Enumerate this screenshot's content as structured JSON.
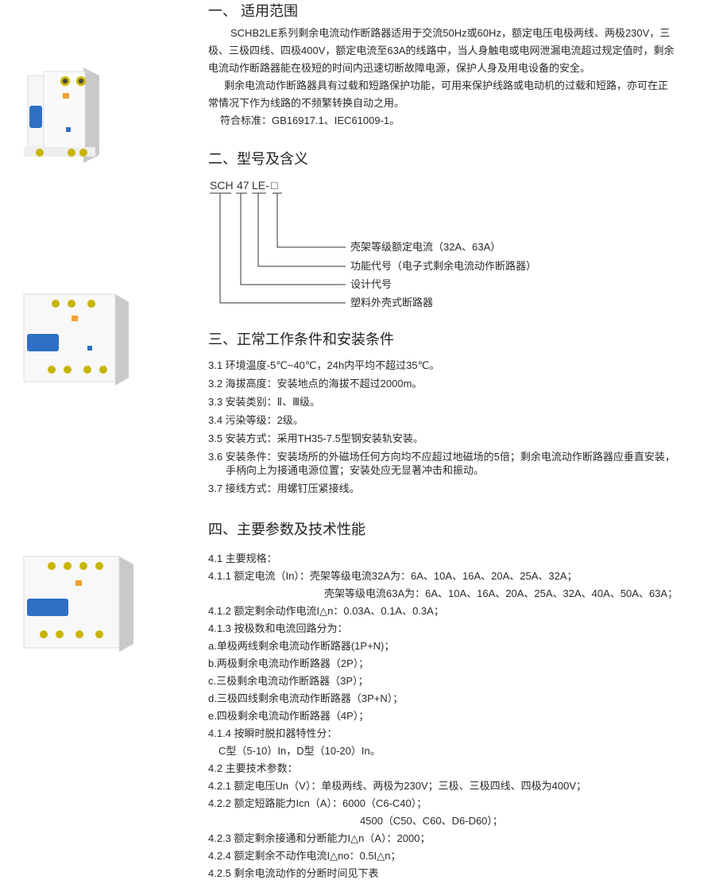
{
  "section1": {
    "title": "一、 适用范围",
    "lines": [
      "SCHB2LE系列剩余电流动作断路器适用于交流50Hz或60Hz，额定电压电极两线、两极230V，三",
      "极、三极四线、四极400V，额定电流至63A的线路中，当人身触电或电网泄漏电流超过规定值时，剩余",
      "电流动作断路器能在极短的时间内迅速切断故障电源，保护人身及用电设备的安全。",
      "剩余电流动作断路器具有过载和短路保护功能，可用来保护线路或电动机的过载和短路，亦可在正",
      "常情况下作为线路的不频繁转换自动之用。",
      "符合标准：GB16917.1、IEC61009-1。"
    ]
  },
  "section2": {
    "title": "二、型号及含义",
    "code_parts": [
      "SCH",
      "47",
      "LE-",
      "□"
    ],
    "labels": [
      "壳架等级额定电流（32A、63A）",
      "功能代号（电子式剩余电流动作断路器）",
      "设计代号",
      "塑料外壳式断路器"
    ]
  },
  "section3": {
    "title": "三、正常工作条件和安装条件",
    "lines": [
      "3.1 环境温度-5℃~40℃，24h内平均不超过35℃。",
      "3.2 海拔高度：安装地点的海拔不超过2000m。",
      "3.3 安装类别：Ⅱ、Ⅲ级。",
      "3.4 污染等级：2级。",
      "3.5 安装方式：采用TH35-7.5型钢安装轨安装。",
      "3.6 安装条件：安装场所的外磁场任何方向均不应超过地磁场的5倍；剩余电流动作断路器应垂直安装，",
      "手柄向上为接通电源位置；安装处应无显著冲击和振动。",
      "3.7 接线方式：用螺钉压紧接线。"
    ]
  },
  "section4": {
    "title": "四、主要参数及技术性能",
    "lines": [
      "4.1 主要规格：",
      "4.1.1 额定电流（In）：壳架等级电流32A为：6A、10A、16A、20A、25A、32A；",
      "壳架等级电流63A为：6A、10A、16A、20A、25A、32A、40A、50A、63A；",
      "4.1.2 额定剩余动作电流I△n：0.03A、0.1A、0.3A；",
      "4.1.3 按极数和电流回路分为：",
      "a.单极两线剩余电流动作断路器(1P+N)；",
      "b.两极剩余电流动作断路器（2P）；",
      "c.三极剩余电流动作断路器（3P）；",
      "d.三极四线剩余电流动作断路器（3P+N）；",
      "e.四极剩余电流动作断路器（4P）；",
      "4.1.4 按瞬时脱扣器特性分：",
      "C型（5-10）In，D型（10-20）In。",
      "4.2 主要技术参数：",
      "4.2.1 额定电压Un（V）：单极两线、两极为230V；三极、三极四线、四极为400V；",
      "4.2.2 额定短路能力Icn（A）：6000（C6-C40）；",
      "4500（C50、C60、D6-D60）；",
      "4.2.3 额定剩余接通和分断能力I△n（A）：2000；",
      "4.2.4 额定剩余不动作电流I△no：0.5I△n；",
      "4.2.5 剩余电流动作的分断时间见下表"
    ]
  },
  "colors": {
    "handle": "#2f6fc4",
    "body": "#f2f2f2",
    "side": "#cfcfcf",
    "label": "#f0a030"
  }
}
